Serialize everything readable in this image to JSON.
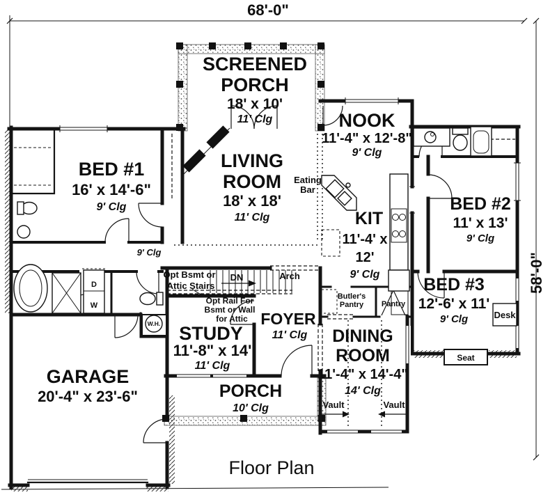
{
  "sheet": {
    "title": "Floor Plan"
  },
  "dimensions": {
    "width": "68'-0\"",
    "depth": "58'-0\""
  },
  "rooms": {
    "screened_porch": {
      "name1": "SCREENED",
      "name2": "PORCH",
      "size": "18' x 10'",
      "clg": "11' Clg"
    },
    "nook": {
      "name": "NOOK",
      "size": "11'-4\" x 12'-8\"",
      "clg": "9' Clg"
    },
    "bed1": {
      "name": "BED #1",
      "size": "16' x 14'-6\"",
      "clg": "9' Clg"
    },
    "living": {
      "name1": "LIVING",
      "name2": "ROOM",
      "size": "18' x 18'",
      "clg": "11' Clg"
    },
    "bed2": {
      "name": "BED #2",
      "size": "11' x 13'",
      "clg": "9' Clg"
    },
    "kitchen": {
      "name": "KIT",
      "size1": "11'-4' x",
      "size2": "12'",
      "clg": "9' Clg"
    },
    "bed3": {
      "name": "BED #3",
      "size": "12'-6' x 11'",
      "clg": "9' Clg"
    },
    "study": {
      "name": "STUDY",
      "size": "11'-8\" x 14'",
      "clg": "11' Clg"
    },
    "foyer": {
      "name": "FOYER",
      "clg": "11' Clg"
    },
    "dining": {
      "name1": "DINING",
      "name2": "ROOM",
      "size": "11'-4\" x 14'-4\"",
      "clg": "14' Clg"
    },
    "garage": {
      "name": "GARAGE",
      "size": "20'-4\" x 23'-6\""
    },
    "porch": {
      "name": "PORCH",
      "clg": "10' Clg"
    },
    "hall": {
      "clg": "9' Clg"
    }
  },
  "annotations": {
    "eating_bar1": "Eating",
    "eating_bar2": "Bar",
    "arch": "Arch",
    "desk": "Desk",
    "seat": "Seat",
    "butlers1": "Butler's",
    "butlers2": "Pantry",
    "pantry": "Pantry",
    "vault_left": "Vault",
    "vault_right": "Vault",
    "dn": "DN",
    "opt_stairs1": "Opt Bsmt or",
    "opt_stairs2": "Attic Stairs",
    "opt_rail1": "Opt Rail For",
    "opt_rail2": "Bsmt or Wall",
    "opt_rail3": "for Attic",
    "washer": "W",
    "dryer": "D",
    "water_heater": "W.H."
  }
}
